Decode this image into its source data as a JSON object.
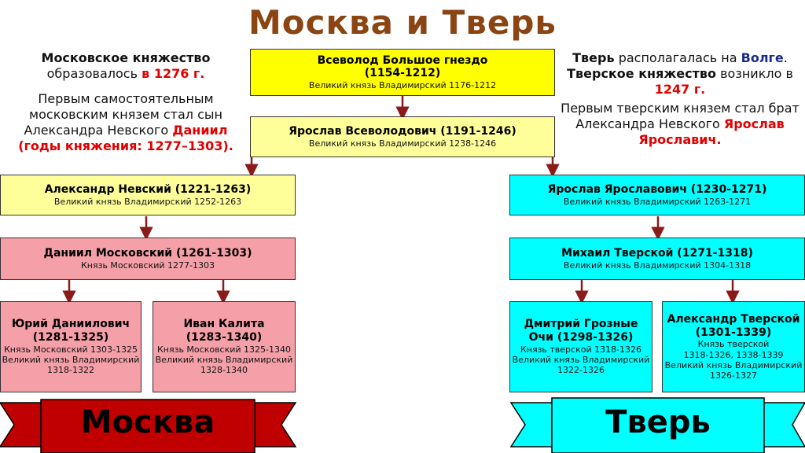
{
  "title": "Москва и Тверь",
  "left_note": {
    "l1_bold": "Московское княжество",
    "l2_pre": "образовалось ",
    "l2_red": "в 1276 г.",
    "p2_l1": "Первым самостоятельным",
    "p2_l2": "московским князем стал сын",
    "p2_l3_pre": "Александра Невского ",
    "p2_l3_red": "Даниил",
    "p2_l4_red": "(годы княжения: 1277–1303)."
  },
  "right_note": {
    "l1_bold": "Тверь",
    "l1_mid": " располагалась на ",
    "l1_blue": "Волге",
    "l1_end": ".",
    "l2_bold": "Тверское княжество",
    "l2_mid": " возникло в",
    "l3_red": "1247 г.",
    "p2_l1": "Первым тверским князем стал брат",
    "p2_l2_pre": "Александра Невского ",
    "p2_l2_red": "Ярослав",
    "p2_l3_red": "Ярославич."
  },
  "boxes": {
    "vsevolod": {
      "name1": "Всеволод Большое гнездо",
      "name2": "(1154-1212)",
      "sub": "Великий князь Владимирский 1176-1212"
    },
    "yaroslav_v": {
      "name1": "Ярослав Всеволодович (1191-1246)",
      "sub": "Великий князь Владимирский 1238-1246"
    },
    "alexander": {
      "name1": "Александр Невский (1221-1263)",
      "sub": "Великий князь Владимирский 1252-1263"
    },
    "daniil": {
      "name1": "Даниил Московский (1261-1303)",
      "sub": "Князь Московский 1277-1303"
    },
    "yuri": {
      "name1": "Юрий Даниилович",
      "name2": "(1281-1325)",
      "sub1": "Князь Московский 1303-1325",
      "sub2": "Великий князь Владимирский",
      "sub3": "1318-1322"
    },
    "ivan": {
      "name1": "Иван Калита",
      "name2": "(1283-1340)",
      "sub1": "Князь Московский 1325-1340",
      "sub2": "Великий князь Владимирский",
      "sub3": "1328-1340"
    },
    "yaroslav_ya": {
      "name1": "Ярослав Ярославович (1230-1271)",
      "sub": "Великий князь Владимирский 1263-1271"
    },
    "mikhail": {
      "name1": "Михаил Тверской (1271-1318)",
      "sub": "Великий князь Владимирский 1304-1318"
    },
    "dmitry": {
      "name1": "Дмитрий Грозные",
      "name2": "Очи (1298-1326)",
      "sub1": "Князь тверской 1318-1326",
      "sub2": "Великий князь Владимирский",
      "sub3": "1322-1326"
    },
    "alexander_t": {
      "name1": "Александр Тверской",
      "name2": "(1301-1339)",
      "sub1": "Князь тверской",
      "sub2": "1318-1326, 1338-1339",
      "sub3": "Великий князь Владимирский",
      "sub4": "1326-1327"
    }
  },
  "ribbons": {
    "moscow": "Москва",
    "tver": "Тверь"
  },
  "colors": {
    "title": "#8b4513",
    "accent_red": "#e00000",
    "volga_blue": "#1a2a8a",
    "arrow": "#8b1a1a",
    "moscow_ribbon": "#c00000",
    "tver_ribbon": "#00ffff"
  }
}
